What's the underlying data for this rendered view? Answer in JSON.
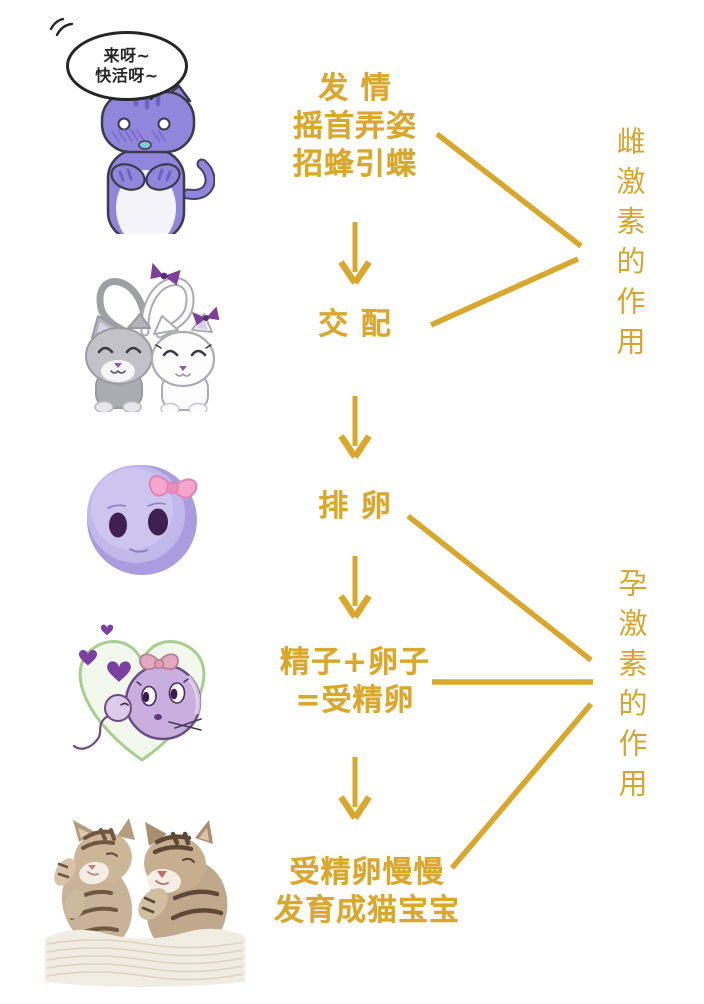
{
  "colors": {
    "accent_gold": "#D9A72C",
    "background": "#FFFFFF",
    "bubble_text": "#262626"
  },
  "speech_bubble": {
    "lines": [
      "来呀~",
      "快活呀~"
    ]
  },
  "flow": {
    "steps": [
      {
        "name": "estrus",
        "lines": [
          "发 情",
          "摇首弄姿",
          "招蜂引蝶"
        ]
      },
      {
        "name": "mating",
        "lines": [
          "交 配"
        ]
      },
      {
        "name": "ovulation",
        "lines": [
          "排 卵"
        ]
      },
      {
        "name": "fertilization",
        "lines": [
          "精子+卵子",
          "=受精卵"
        ]
      },
      {
        "name": "development",
        "lines": [
          "受精卵慢慢",
          "发育成猫宝宝"
        ]
      }
    ]
  },
  "annotations": {
    "estrogen": {
      "label": "雌激素的作用"
    },
    "progesterone": {
      "label": "孕激素的作用"
    }
  },
  "illustrations": [
    {
      "name": "flirting-purple-cat"
    },
    {
      "name": "cat-couple-heart-tails"
    },
    {
      "name": "ovum-with-bow"
    },
    {
      "name": "sperm-meets-egg-heart"
    },
    {
      "name": "sleeping-kittens-photo"
    }
  ]
}
